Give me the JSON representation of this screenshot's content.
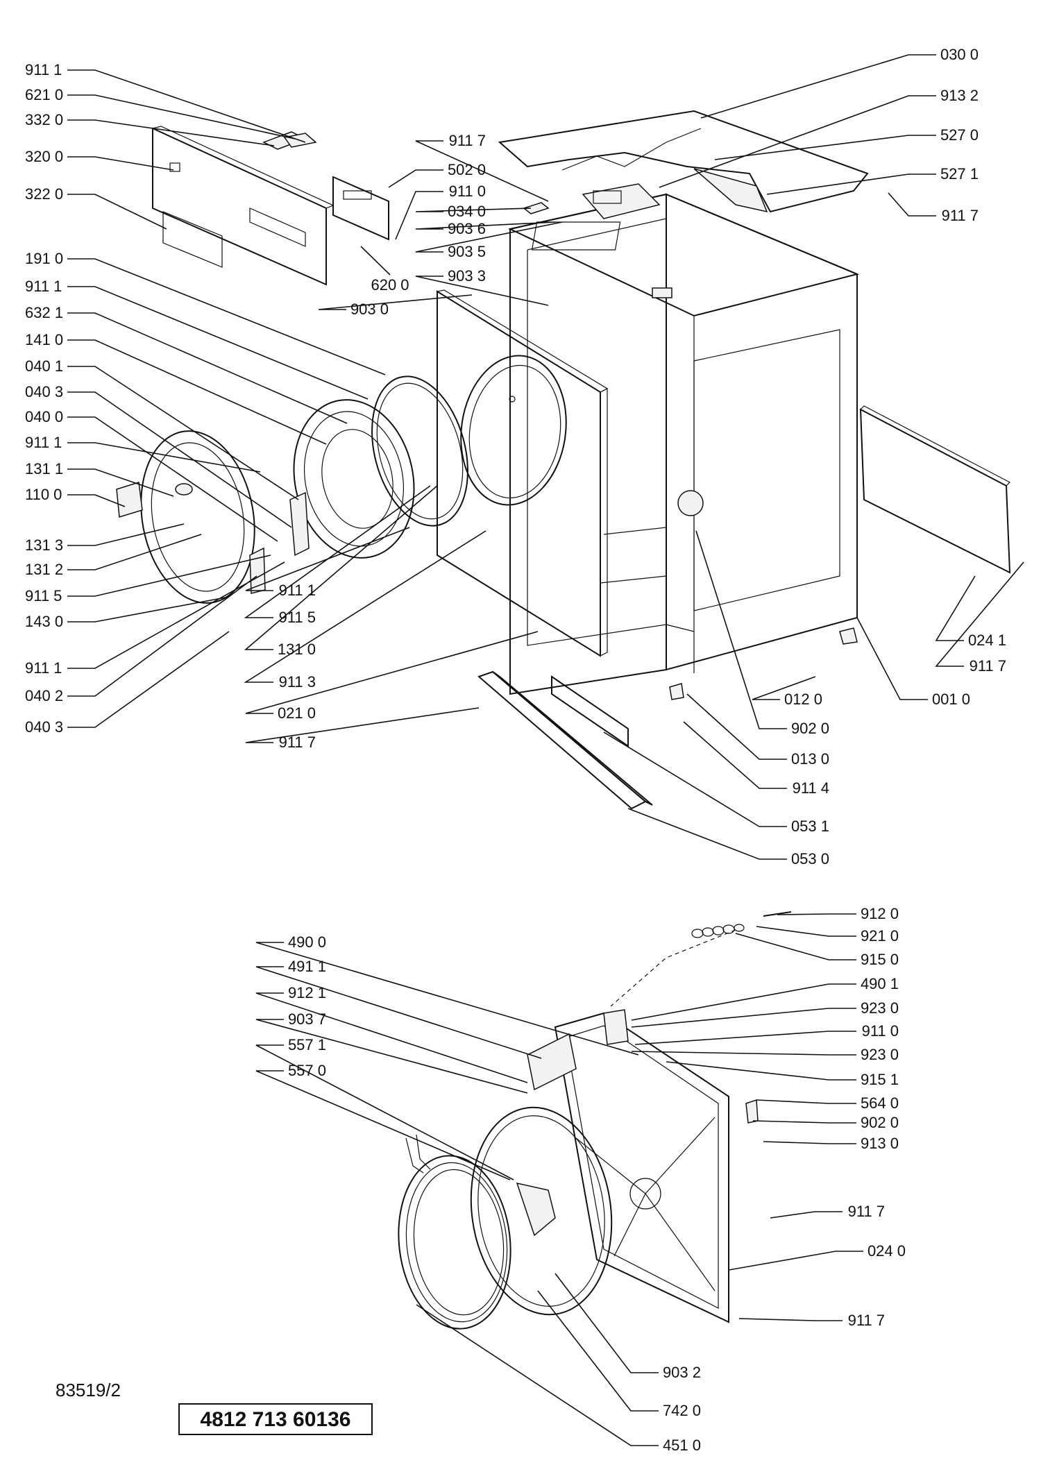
{
  "top_labels": [
    "911 1",
    "621 0",
    "332 0",
    "320 0",
    "322 0",
    "191 0",
    "911 1",
    "632 1",
    "141 0",
    "040 1",
    "040 3",
    "040 0",
    "911 1",
    "131 1",
    "110 0",
    "131 3",
    "131 2",
    "911 5",
    "143 0",
    "911 1",
    "040 2",
    "040 3",
    "911 1",
    "911 5",
    "131 0",
    "911 3",
    "021 0",
    "911 7",
    "911 7",
    "502 0",
    "911 0",
    "034 0",
    "903 6",
    "903 5",
    "903 3",
    "620 0",
    "903 0",
    "030 0",
    "913 2",
    "527 0",
    "527 1",
    "911 7",
    "024 1",
    "911 7",
    "001 0",
    "012 0",
    "902 0",
    "013 0",
    "911 4",
    "053 1",
    "053 0"
  ],
  "bottom_labels": [
    "490 0",
    "491 1",
    "912 1",
    "903 7",
    "557 1",
    "557 0",
    "912 0",
    "921 0",
    "915 0",
    "490 1",
    "923 0",
    "911 0",
    "923 0",
    "915 1",
    "564 0",
    "902 0",
    "913 0",
    "911 7",
    "024 0",
    "911 7",
    "903 2",
    "742 0",
    "451 0"
  ],
  "drawing_ref": "83519/2",
  "part_number": "4812 713 60136"
}
